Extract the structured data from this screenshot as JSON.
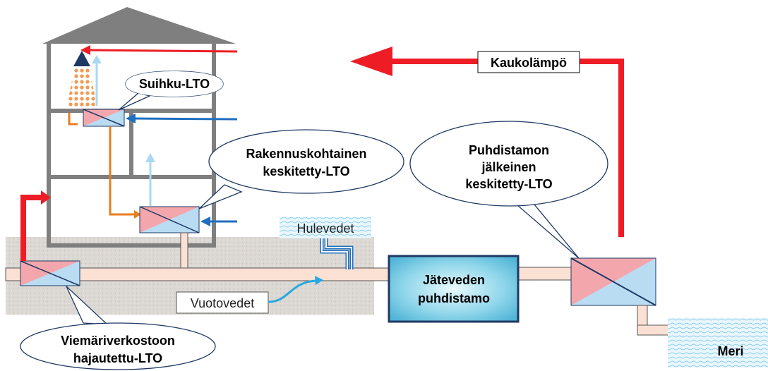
{
  "labels": {
    "kaukolampo": "Kaukolämpö",
    "suihku": "Suihku-LTO",
    "rakennus_line1": "Rakennuskohtainen",
    "rakennus_line2": "keskitetty-LTO",
    "puhdistamon_line1": "Puhdistamon",
    "puhdistamon_line2": "jälkeinen",
    "puhdistamon_line3": "keskitetty-LTO",
    "hulevedet": "Hulevedet",
    "vuotovedet": "Vuotovedet",
    "jateveden_line1": "Jäteveden",
    "jateveden_line2": "puhdistamo",
    "viemari_line1": "Viemäriverkostoon",
    "viemari_line2": "hajautettu-LTO",
    "meri": "Meri"
  },
  "colors": {
    "hot_water": "#ee1c24",
    "cold_water": "#1f6fc0",
    "light_blue": "#a9d8f5",
    "warm_flow": "#e87d1e",
    "house": "#7f7f7f",
    "pipe_fill": "#fbe0d4",
    "exchanger_pink": "#f6b3b8",
    "exchanger_blue": "#b9dcf3",
    "ground": "#d9d5d0"
  }
}
